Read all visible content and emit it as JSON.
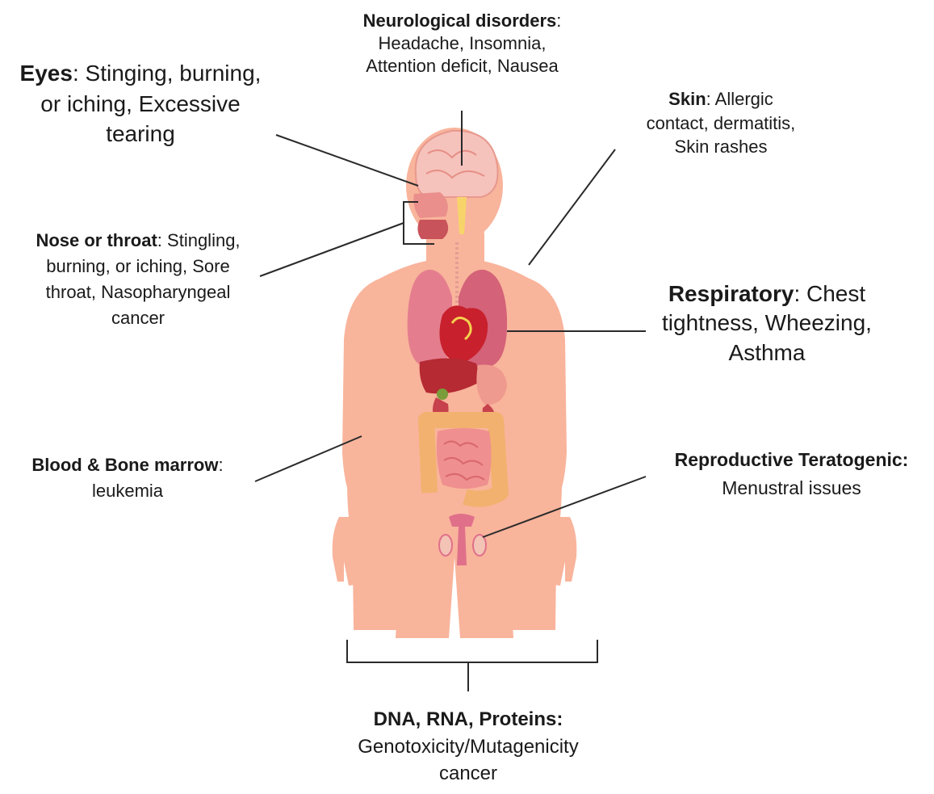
{
  "labels": {
    "neuro": {
      "title": "Neurological disorders",
      "sep": ":",
      "line1": "Headache, Insomnia,",
      "line2": "Attention deficit, Nausea"
    },
    "eyes": {
      "title": "Eyes",
      "sep": ":",
      "line0": " Stinging, burning,",
      "line1": "or iching, Excessive",
      "line2": "tearing"
    },
    "skin": {
      "title": "Skin",
      "sep": ":",
      "line0": " Allergic",
      "line1": "contact, dermatitis,",
      "line2": "Skin rashes"
    },
    "nose": {
      "title": "Nose or throat",
      "sep": ":",
      "line0": " Stingling,",
      "line1": "burning, or iching, Sore",
      "line2": "throat, Nasopharyngeal",
      "line3": "cancer"
    },
    "resp": {
      "title": "Respiratory",
      "sep": ":",
      "line0": " Chest",
      "line1": "tightness, Wheezing,",
      "line2": "Asthma"
    },
    "blood": {
      "title": "Blood & Bone marrow",
      "sep": ":",
      "line1": "leukemia"
    },
    "repro": {
      "title": "Reproductive Teratogenic:",
      "line1": "Menustral issues"
    },
    "dna": {
      "title": "DNA, RNA, Proteins:",
      "line1": "Genotoxicity/Mutagenicity",
      "line2": "cancer"
    }
  },
  "colors": {
    "skin": "#f9b49c",
    "skin_shadow": "#f2a08a",
    "lung": "#e47e8e",
    "heart": "#c8202c",
    "liver": "#b52a33",
    "intestine": "#f08f8f",
    "colon": "#f2b16e",
    "brain": "#f6c2bc",
    "leader": "#2a2a2a"
  }
}
